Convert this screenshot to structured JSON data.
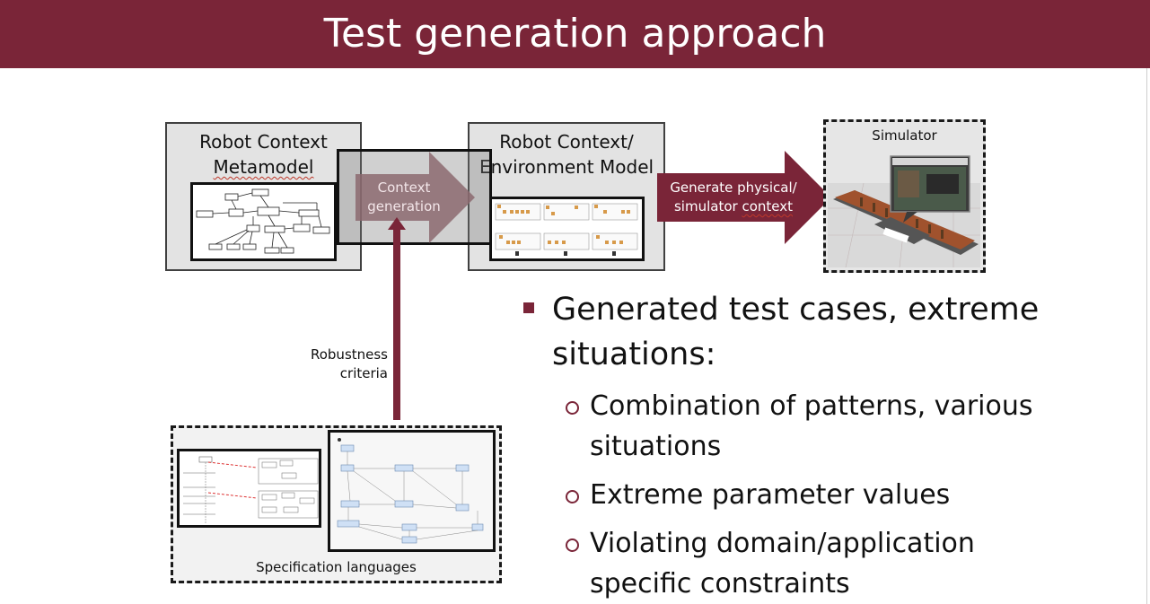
{
  "slide": {
    "title": "Test generation approach"
  },
  "diagram": {
    "metamodel_box": {
      "line1": "Robot Context",
      "line2": "Metamodel"
    },
    "environment_box": {
      "line1": "Robot Context/",
      "line2": "Environment Model"
    },
    "context_generation": {
      "line1": "Context",
      "line2": "generation"
    },
    "generate_arrow": {
      "line1": "Generate physical/",
      "line2_a": "simulator ",
      "line2_b": "context"
    },
    "simulator_box": {
      "label": "Simulator"
    },
    "robustness": {
      "line1": "Robustness",
      "line2": "criteria"
    },
    "spec_box": {
      "label": "Specification languages"
    }
  },
  "bullets": {
    "main": "Generated test cases, extreme situations:",
    "main_line1": "Generated test cases, extreme",
    "main_line2": "situations:",
    "sub": [
      {
        "line1": "Combination of patterns, various",
        "line2": "situations"
      },
      {
        "line1": "Extreme parameter values",
        "line2": ""
      },
      {
        "line1": "Violating domain/application",
        "line2": "specific constraints"
      }
    ]
  },
  "colors": {
    "accent": "#7a2538",
    "box_gray": "#e3e3e3",
    "dashed_gray": "#f2f2f2"
  }
}
